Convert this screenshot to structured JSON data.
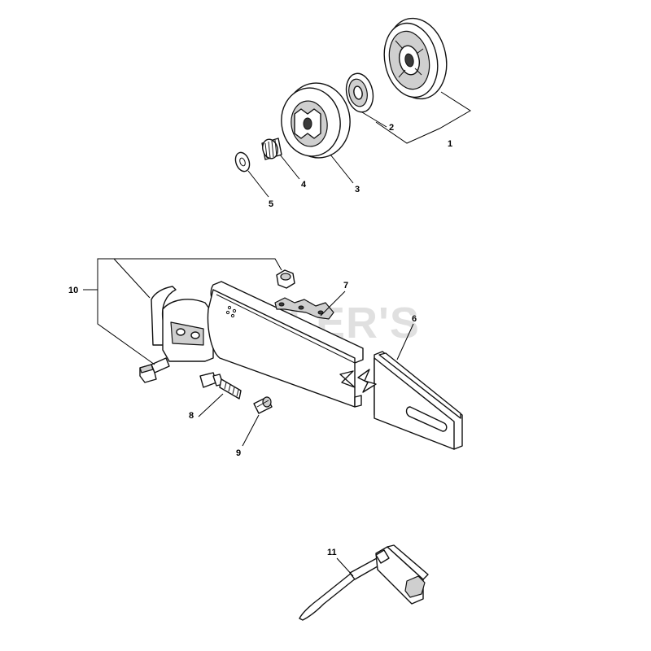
{
  "watermark": "CUTLER'S",
  "callouts": {
    "c1": "1",
    "c2": "2",
    "c3": "3",
    "c4": "4",
    "c5": "5",
    "c6": "6",
    "c7": "7",
    "c8": "8",
    "c9": "9",
    "c10": "10",
    "c11": "11"
  },
  "colors": {
    "line": "#111111",
    "shade": "#cfcfcf",
    "background": "#ffffff"
  }
}
